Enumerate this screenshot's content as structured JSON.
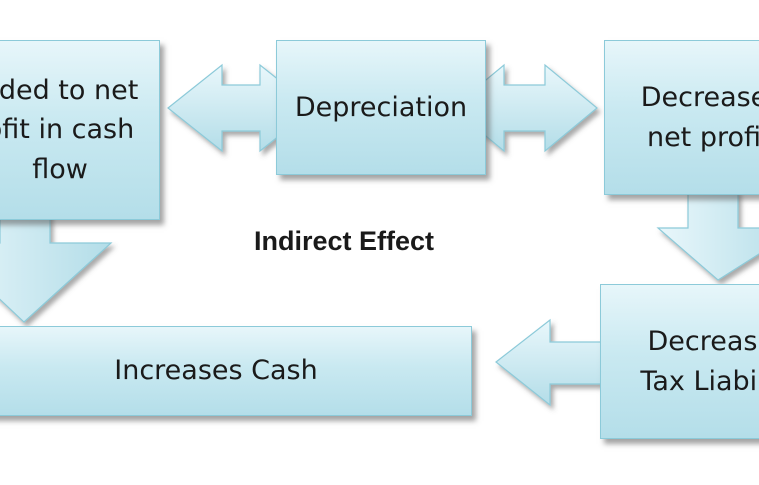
{
  "diagram": {
    "label": "Indirect Effect",
    "nodes": {
      "added_to_profit": [
        "dded to net",
        "ofit in cash",
        "flow"
      ],
      "depreciation": [
        "Depreciation"
      ],
      "decreases_profit": [
        "Decrease",
        "net profi"
      ],
      "increases_cash": [
        "Increases Cash"
      ],
      "decreases_tax": [
        "Decreas",
        "Tax Liabil"
      ]
    },
    "edges": [
      {
        "from": "depreciation",
        "to": "added_to_profit",
        "direction": "both"
      },
      {
        "from": "depreciation",
        "to": "decreases_profit",
        "direction": "both"
      },
      {
        "from": "added_to_profit",
        "to": "increases_cash",
        "direction": "down"
      },
      {
        "from": "decreases_profit",
        "to": "decreases_tax",
        "direction": "down"
      },
      {
        "from": "decreases_tax",
        "to": "increases_cash",
        "direction": "left"
      }
    ],
    "colors": {
      "box_fill_top": "#e7f6fa",
      "box_fill_bottom": "#b4dee9",
      "box_border": "#8ccad9",
      "arrow_fill": "#c6e7f0",
      "arrow_border": "#8ccad9",
      "text": "#1a1a1a"
    }
  }
}
